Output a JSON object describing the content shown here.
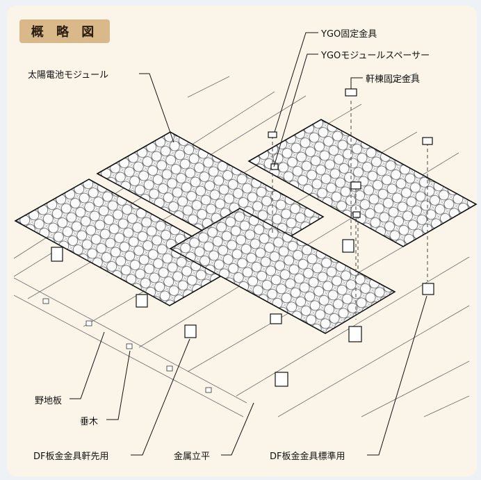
{
  "title": "概 略 図",
  "labels": {
    "ygo_clamp": "YGO固定金具",
    "ygo_spacer": "YGOモジュールスペーサー",
    "eave_clamp": "軒棟固定金具",
    "solar_module": "太陽電池モジュール",
    "roof_board": "野地板",
    "rafter": "垂木",
    "df_eave": "DF板金金具軒先用",
    "metal_roof": "金属立平",
    "df_standard": "DF板金金具標準用"
  },
  "colors": {
    "background": "#eef1f6",
    "panel_bg": "#fbf5e9",
    "title_bg": "#d9b88a",
    "line": "#1a1a1a"
  }
}
